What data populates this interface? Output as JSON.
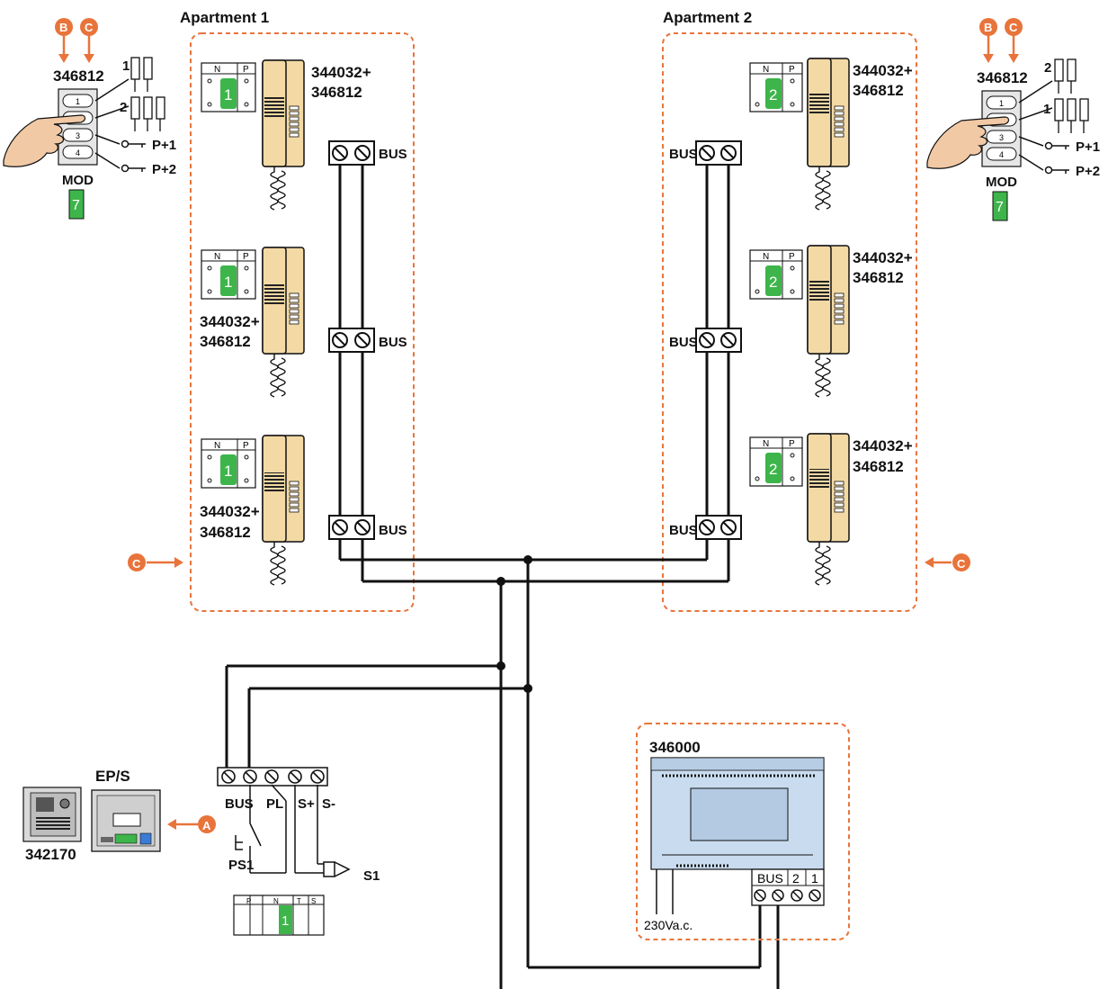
{
  "colors": {
    "accent": "#e8743b",
    "handset": "#f3d9a4",
    "config": "#3db54a",
    "power_supply": "#c9dcef",
    "wire": "#111111",
    "dashed_border": "#e8743b"
  },
  "apartments": [
    {
      "title": "Apartment 1"
    },
    {
      "title": "Apartment 2"
    }
  ],
  "left_module": {
    "code": "346812",
    "markers": [
      "B",
      "C"
    ],
    "buttons": [
      "1",
      "2",
      "3",
      "4"
    ],
    "mod_label": "MOD",
    "mod_value": "7",
    "targets": [
      "1",
      "2",
      "P+1",
      "P+2"
    ]
  },
  "right_module": {
    "code": "346812",
    "markers": [
      "B",
      "C"
    ],
    "buttons": [
      "1",
      "2",
      "3",
      "4"
    ],
    "mod_label": "MOD",
    "mod_value": "7",
    "targets": [
      "2",
      "1",
      "P+1",
      "P+2"
    ]
  },
  "handset": {
    "code_line1": "344032+",
    "code_line2": "346812",
    "config_labels": [
      "N",
      "P"
    ],
    "bus_label": "BUS"
  },
  "apt1_config_values": [
    "1",
    "1",
    "1"
  ],
  "apt2_config_values": [
    "2",
    "2",
    "2"
  ],
  "side_markers": [
    "C",
    "C"
  ],
  "entrance_panel": {
    "title": "EP/S",
    "panel_code": "342170",
    "marker": "A",
    "terminals": [
      "BUS",
      "PL",
      "S+",
      "S-"
    ],
    "ps1": "PS1",
    "s1": "S1",
    "config_labels": [
      "P",
      "N",
      "T",
      "S"
    ],
    "config_value": "1"
  },
  "power_supply": {
    "code": "346000",
    "terminals": [
      "BUS",
      "2",
      "1"
    ],
    "mains": "230Va.c."
  }
}
